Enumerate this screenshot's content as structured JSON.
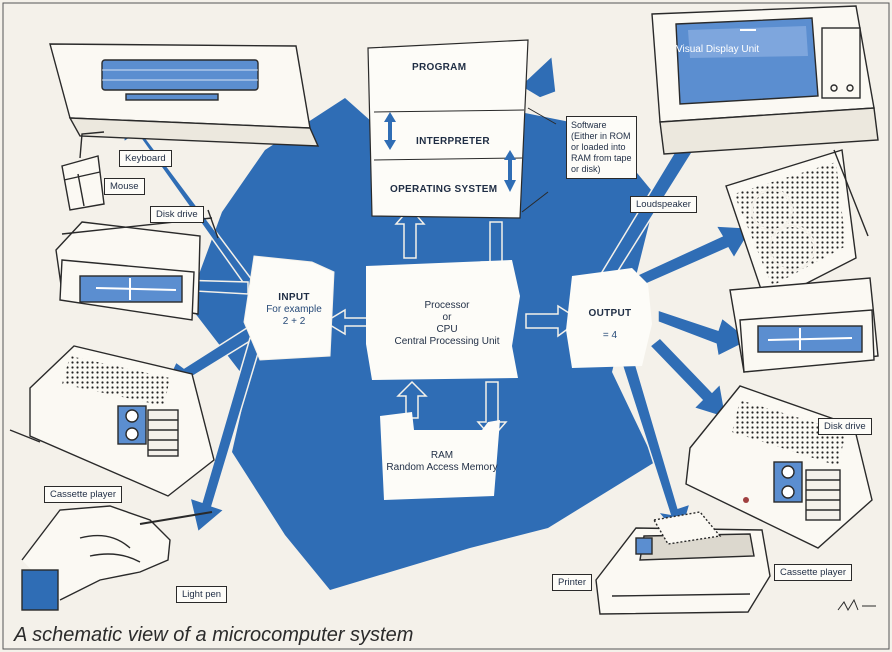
{
  "caption": "A schematic view of a microcomputer system",
  "colors": {
    "accent": "#2f6db5",
    "paper": "#f4f1ea",
    "ink": "#2a2a2a"
  },
  "software_stack": {
    "program": "PROGRAM",
    "interpreter": "INTERPRETER",
    "operating_system": "OPERATING SYSTEM"
  },
  "software_note": {
    "line1": "Software",
    "line2": "(Either in ROM",
    "line3": "or loaded into",
    "line4": "RAM from tape",
    "line5": "or disk)"
  },
  "cpu": {
    "line1": "Processor",
    "line2": "or",
    "line3": "CPU",
    "line4": "Central Processing Unit"
  },
  "ram": {
    "line1": "RAM",
    "line2": "Random Access Memory"
  },
  "input": {
    "line1": "INPUT",
    "line2": "For example",
    "line3": "2 + 2"
  },
  "output": {
    "line1": "OUTPUT",
    "line2": "= 4"
  },
  "devices": {
    "keyboard": "Keyboard",
    "mouse": "Mouse",
    "disk_drive_in": "Disk drive",
    "cassette_in": "Cassette player",
    "light_pen": "Light pen",
    "vdu": "Visual Display Unit",
    "loudspeaker": "Loudspeaker",
    "disk_drive_out": "Disk drive",
    "cassette_out": "Cassette player",
    "printer": "Printer"
  }
}
